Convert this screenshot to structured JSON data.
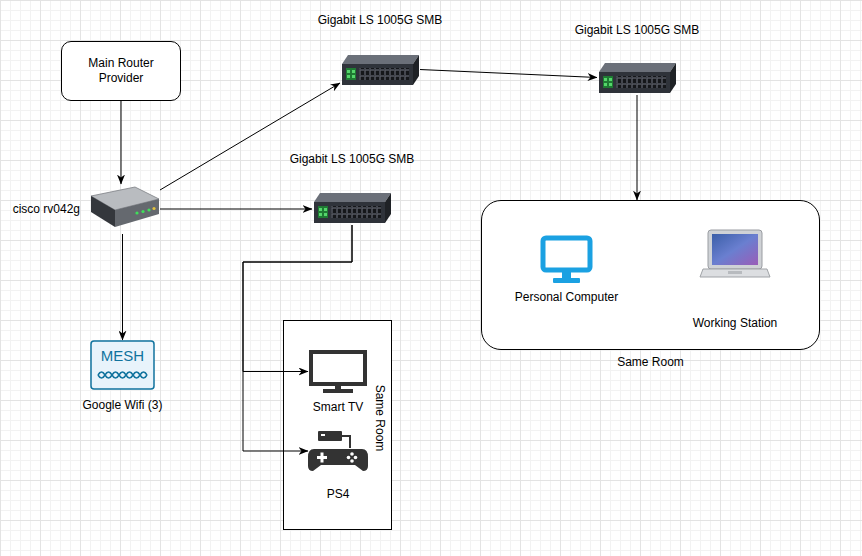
{
  "diagram": {
    "nodes": [
      {
        "text": [
          "Main Router Provider"
        ]
      },
      {
        "text": [
          "Gigabit LS 1005G SMB"
        ]
      },
      {
        "text": [
          "Gigabit LS 1005G SMB"
        ]
      },
      {
        "text": [
          "Gigabit LS 1005G SMB"
        ]
      },
      {
        "text": [
          "cisco rv042g"
        ]
      },
      {
        "text": [
          "Same Room"
        ]
      },
      {
        "text": [
          "Personal Computer"
        ],
        "in": 5
      },
      {
        "text": [
          "Working Station"
        ],
        "in": 5
      },
      {
        "text": [
          "Same Room"
        ]
      },
      {
        "text": [
          "Smart TV"
        ],
        "in": 8
      },
      {
        "text": [
          "PS4"
        ],
        "in": 8
      },
      {
        "text": [
          "MESH",
          "Google Wifi (3)"
        ]
      }
    ],
    "edges": [
      {
        "from": 0,
        "to": 4,
        "arrow": "to"
      },
      {
        "from": 4,
        "to": 1,
        "arrow": "to"
      },
      {
        "from": 1,
        "to": 2,
        "arrow": "to"
      },
      {
        "from": 2,
        "to": 5,
        "arrow": "to"
      },
      {
        "from": 4,
        "to": 3,
        "arrow": "to"
      },
      {
        "from": 4,
        "to": 11,
        "arrow": "to"
      },
      {
        "from": 3,
        "to": 9,
        "arrow": "to"
      },
      {
        "from": 3,
        "to": 10,
        "arrow": "to"
      }
    ]
  }
}
